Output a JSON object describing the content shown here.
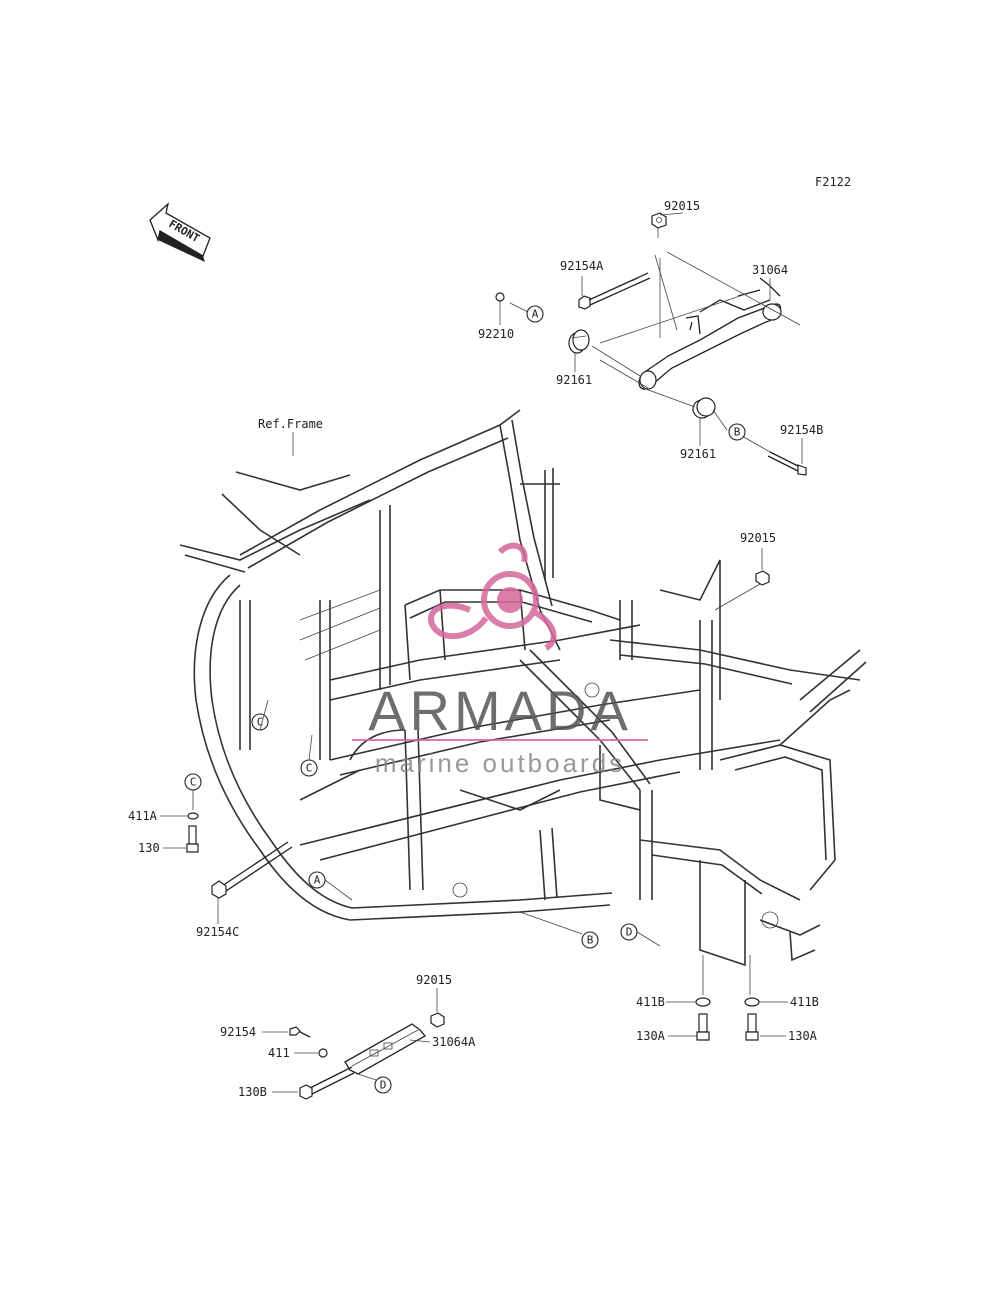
{
  "diagram_code": "F2122",
  "front_label": "FRONT",
  "ref_label": "Ref.Frame",
  "callouts": {
    "A1": "A",
    "A2": "A",
    "B1": "B",
    "B2": "B",
    "C1": "C",
    "C2": "C",
    "C3": "C",
    "D1": "D",
    "D2": "D"
  },
  "parts": {
    "p92015_top": "92015",
    "p92154A": "92154A",
    "p31064": "31064",
    "p92210": "92210",
    "p92161_left": "92161",
    "p92161_right": "92161",
    "p92154B": "92154B",
    "p92015_mid": "92015",
    "p411A": "411A",
    "p130": "130",
    "p92154C": "92154C",
    "p92015_bottom": "92015",
    "p92154": "92154",
    "p411": "411",
    "p31064A": "31064A",
    "p130B": "130B",
    "p411B_left": "411B",
    "p411B_right": "411B",
    "p130A_left": "130A",
    "p130A_right": "130A"
  },
  "watermark": {
    "brand": "ARMADA",
    "tagline": "marine outboards",
    "color": "#d4679a"
  }
}
